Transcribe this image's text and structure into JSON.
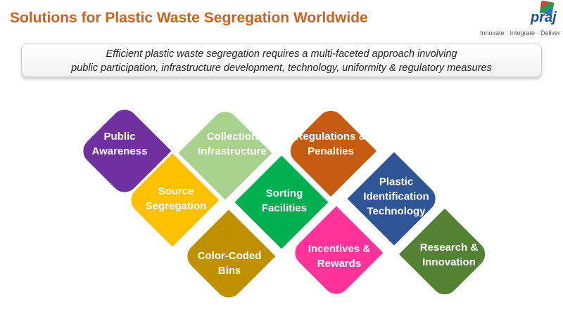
{
  "title": "Solutions for Plastic Waste Segregation Worldwide",
  "logo": {
    "text": "praj",
    "tagline": "Innovate · Integrate · Deliver"
  },
  "banner": {
    "line1": "Efficient plastic waste segregation requires a multi-faceted approach involving",
    "line2": "public participation, infrastructure development, technology, uniformity & regulatory measures"
  },
  "pieces": [
    {
      "line1": "Public",
      "line2": "Awareness",
      "color": "#7030a0"
    },
    {
      "line1": "Collection",
      "line2": "Infrastructure",
      "color": "#a9d18e"
    },
    {
      "line1": "Regulations &",
      "line2": "Penalties",
      "color": "#c55a11"
    },
    {
      "line1": "Source",
      "line2": "Segregation",
      "color": "#ffc000"
    },
    {
      "line1": "Sorting",
      "line2": "Facilities",
      "color": "#00b050"
    },
    {
      "line1": "Plastic",
      "line2": "Identification",
      "line3": "Technology",
      "color": "#2f5597"
    },
    {
      "line1": "Color-Coded",
      "line2": "Bins",
      "color": "#bf9000"
    },
    {
      "line1": "Incentives &",
      "line2": "Rewards",
      "color": "#ff3399"
    },
    {
      "line1": "Research &",
      "line2": "Innovation",
      "color": "#548235"
    }
  ]
}
